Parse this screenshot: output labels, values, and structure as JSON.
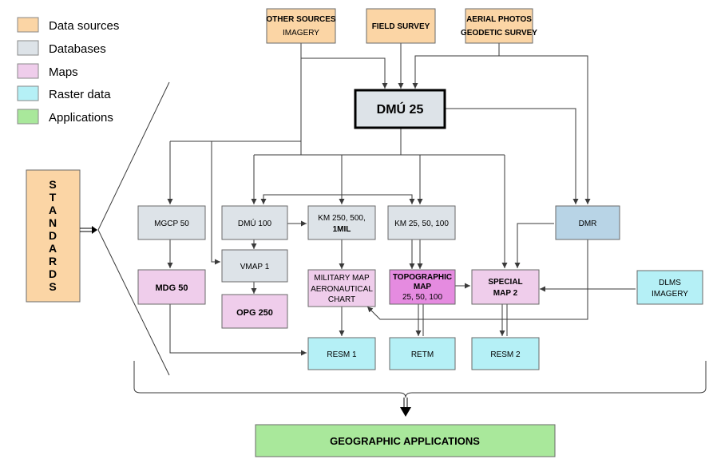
{
  "legend": [
    {
      "label": "Data sources",
      "color": "#fbd5a5"
    },
    {
      "label": "Databases",
      "color": "#dde3e8"
    },
    {
      "label": "Maps",
      "color": "#efcdeb"
    },
    {
      "label": "Raster data",
      "color": "#b5f0f6"
    },
    {
      "label": "Applications",
      "color": "#a9e89b"
    }
  ],
  "standards": [
    "S",
    "T",
    "A",
    "N",
    "D",
    "A",
    "R",
    "D",
    "S"
  ],
  "boxes": {
    "other_sources": {
      "line1": "OTHER SOURCES",
      "line2": "IMAGERY"
    },
    "field_survey": {
      "line1": "FIELD SURVEY"
    },
    "aerial_photos": {
      "line1": "AERIAL PHOTOS",
      "line2": "GEODETIC SURVEY"
    },
    "dmu25": {
      "line1": "DMÚ 25"
    },
    "mgcp50": {
      "line1": "MGCP 50"
    },
    "dmu100": {
      "line1": "DMÚ 100"
    },
    "km250": {
      "line1": "KM 250, 500,",
      "line2": "1MIL"
    },
    "km25": {
      "line1": "KM 25, 50, 100"
    },
    "dmr": {
      "line1": "DMR"
    },
    "vmap1": {
      "line1": "VMAP 1"
    },
    "mdg50": {
      "line1": "MDG 50"
    },
    "opg250": {
      "line1": "OPG 250"
    },
    "military_map": {
      "line1": "MILITARY MAP",
      "line2": "AERONAUTICAL",
      "line3": "CHART"
    },
    "topo_map": {
      "line1": "TOPOGRAPHIC",
      "line2": "MAP",
      "line3": "25, 50, 100"
    },
    "special_map": {
      "line1": "SPECIAL",
      "line2": "MAP 2"
    },
    "dlms": {
      "line1": "DLMS",
      "line2": "IMAGERY"
    },
    "resm1": {
      "line1": "RESM  1"
    },
    "retm": {
      "line1": "RETM"
    },
    "resm2": {
      "line1": "RESM  2"
    },
    "geo_apps": {
      "line1": "GEOGRAPHIC APPLICATIONS"
    }
  },
  "colors": {
    "data_source": "#fbd5a5",
    "database": "#dde3e8",
    "database_blue": "#b8d4e6",
    "map": "#efcdeb",
    "map_strong": "#e58be0",
    "raster": "#b5f0f6",
    "application": "#a9e89b"
  }
}
